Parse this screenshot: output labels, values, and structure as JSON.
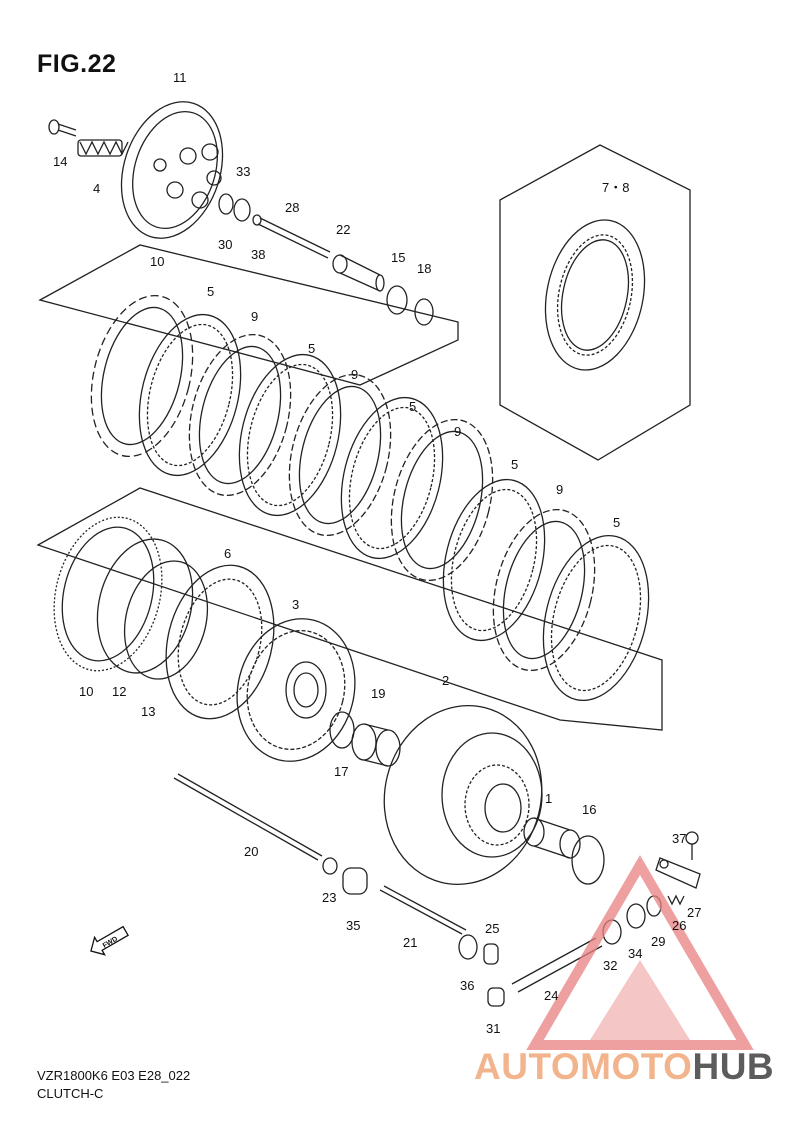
{
  "figure": {
    "title": "FIG.22"
  },
  "footer": {
    "model_code": "VZR1800K6 E03 E28_022",
    "section_name": "CLUTCH-C"
  },
  "direction_label": "FWD",
  "watermark": {
    "part1": "AUTOMOTO",
    "part2": "HUB",
    "colors": {
      "part1": "#f2b48c",
      "part2": "#5c5c5c",
      "logo": "#e98080"
    }
  },
  "callouts": {
    "c1": "1",
    "c2": "2",
    "c3": "3",
    "c4": "4",
    "c5a": "5",
    "c5b": "5",
    "c5c": "5",
    "c5d": "5",
    "c5e": "5",
    "c6": "6",
    "c78": "7・8",
    "c9a": "9",
    "c9b": "9",
    "c9c": "9",
    "c9d": "9",
    "c10a": "10",
    "c10b": "10",
    "c11": "11",
    "c12": "12",
    "c13": "13",
    "c14": "14",
    "c15": "15",
    "c16": "16",
    "c17": "17",
    "c18": "18",
    "c19": "19",
    "c20": "20",
    "c21": "21",
    "c22": "22",
    "c23": "23",
    "c24": "24",
    "c25": "25",
    "c26": "26",
    "c27": "27",
    "c28": "28",
    "c29": "29",
    "c30": "30",
    "c31": "31",
    "c32": "32",
    "c33": "33",
    "c34": "34",
    "c35": "35",
    "c36": "36",
    "c37": "37",
    "c38": "38"
  }
}
